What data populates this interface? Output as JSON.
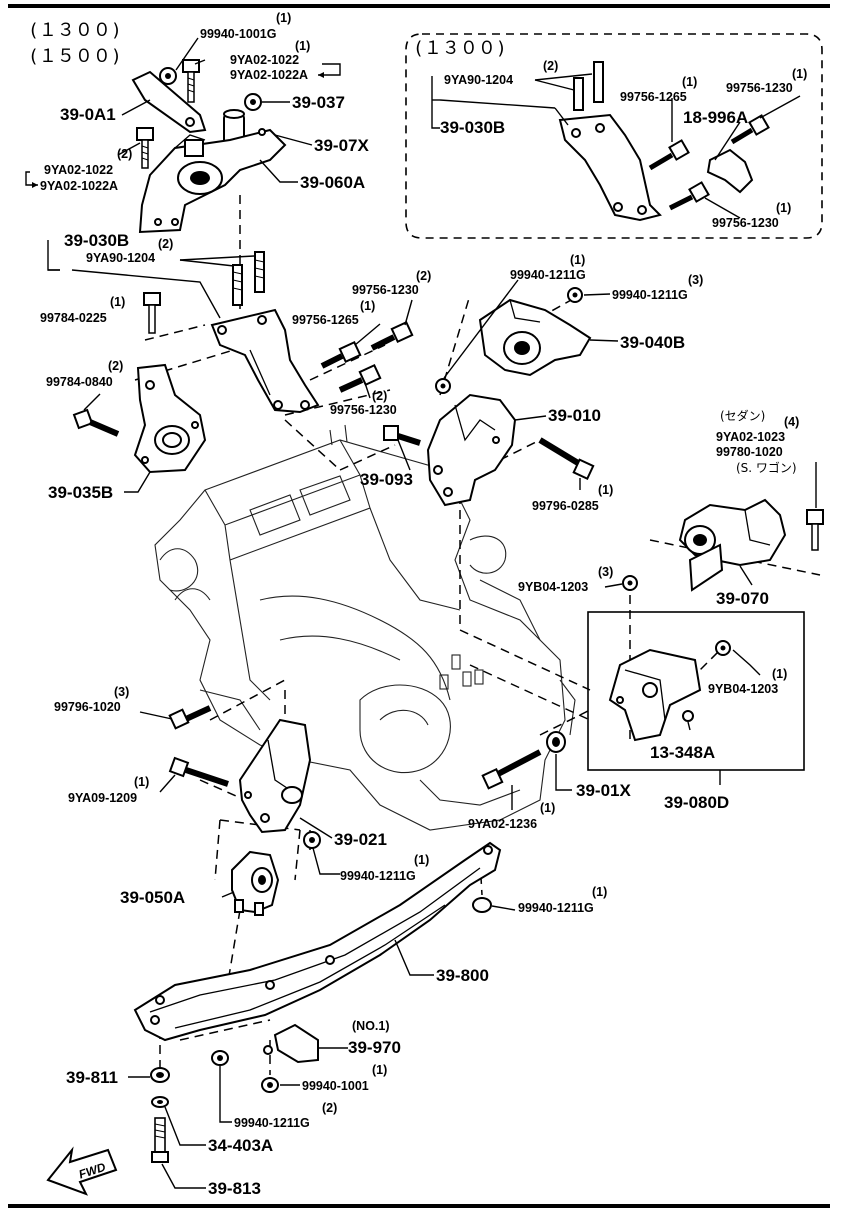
{
  "title_variants": [
    "(１３００)",
    "(１５００)"
  ],
  "inset": {
    "variant": "(１３００)",
    "labels": {
      "p_9ya90_1204_qty": "(2)",
      "p_9ya90_1204": "9YA90-1204",
      "p_39_030b": "39-030B",
      "p_99756_1265_qty": "(1)",
      "p_99756_1265": "99756-1265",
      "p_99756_1230a_qty": "(1)",
      "p_99756_1230a": "99756-1230",
      "p_18_996a": "18-996A",
      "p_99756_1230b_qty": "(1)",
      "p_99756_1230b": "99756-1230"
    }
  },
  "labels": {
    "p_99940_1001g_qty": "(1)",
    "p_99940_1001g": "99940-1001G",
    "p_9ya02_1022_top_qty": "(1)",
    "p_9ya02_1022_top": "9YA02-1022",
    "p_9ya02_1022a_top": "9YA02-1022A",
    "p_39_0a1": "39-0A1",
    "p_39_037": "39-037",
    "p_39_07x": "39-07X",
    "p_39_060a": "39-060A",
    "p_9ya02_1022_left_qty": "(2)",
    "p_9ya02_1022_left": "9YA02-1022",
    "p_9ya02_1022a_left": "9YA02-1022A",
    "p_39_030b": "39-030B",
    "p_9ya90_1204_qty": "(2)",
    "p_9ya90_1204": "9YA90-1204",
    "p_99784_0225_qty": "(1)",
    "p_99784_0225": "99784-0225",
    "p_99756_1230_top_qty": "(2)",
    "p_99756_1230_top": "99756-1230",
    "p_99756_1265_qty": "(1)",
    "p_99756_1265": "99756-1265",
    "p_99940_1211g_a_qty": "(1)",
    "p_99940_1211g_a": "99940-1211G",
    "p_99940_1211g_b_qty": "(3)",
    "p_99940_1211g_b": "99940-1211G",
    "p_39_040b": "39-040B",
    "p_99784_0840_qty": "(2)",
    "p_99784_0840": "99784-0840",
    "p_99756_1230_mid_qty": "(2)",
    "p_99756_1230_mid": "99756-1230",
    "p_39_010": "39-010",
    "p_39_093": "39-093",
    "p_99796_0285_qty": "(1)",
    "p_99796_0285": "99796-0285",
    "p_39_035b": "39-035B",
    "p_sedan": "(セダン)",
    "p_9ya02_1023_qty": "(4)",
    "p_9ya02_1023": "9YA02-1023",
    "p_99780_1020": "99780-1020",
    "p_wagon": "(S. ワゴン)",
    "p_9yb04_1203_a_qty": "(3)",
    "p_9yb04_1203_a": "9YB04-1203",
    "p_39_070": "39-070",
    "p_9yb04_1203_b_qty": "(1)",
    "p_9yb04_1203_b": "9YB04-1203",
    "p_13_348a": "13-348A",
    "p_39_080d": "39-080D",
    "p_39_01x": "39-01X",
    "p_99796_1020_qty": "(3)",
    "p_99796_1020": "99796-1020",
    "p_9ya09_1209_qty": "(1)",
    "p_9ya09_1209": "9YA09-1209",
    "p_9ya02_1236_qty": "(1)",
    "p_9ya02_1236": "9YA02-1236",
    "p_39_021": "39-021",
    "p_99940_1211g_c_qty": "(1)",
    "p_99940_1211g_c": "99940-1211G",
    "p_39_050a": "39-050A",
    "p_99940_1211g_d_qty": "(1)",
    "p_99940_1211g_d": "99940-1211G",
    "p_39_800": "39-800",
    "p_no1": "(NO.1)",
    "p_39_970": "39-970",
    "p_39_811": "39-811",
    "p_99940_1001_qty": "(1)",
    "p_99940_1001": "99940-1001",
    "p_99940_1211g_e_qty": "(2)",
    "p_99940_1211g_e": "99940-1211G",
    "p_34_403a": "34-403A",
    "p_39_813": "39-813",
    "fwd": "FWD"
  }
}
